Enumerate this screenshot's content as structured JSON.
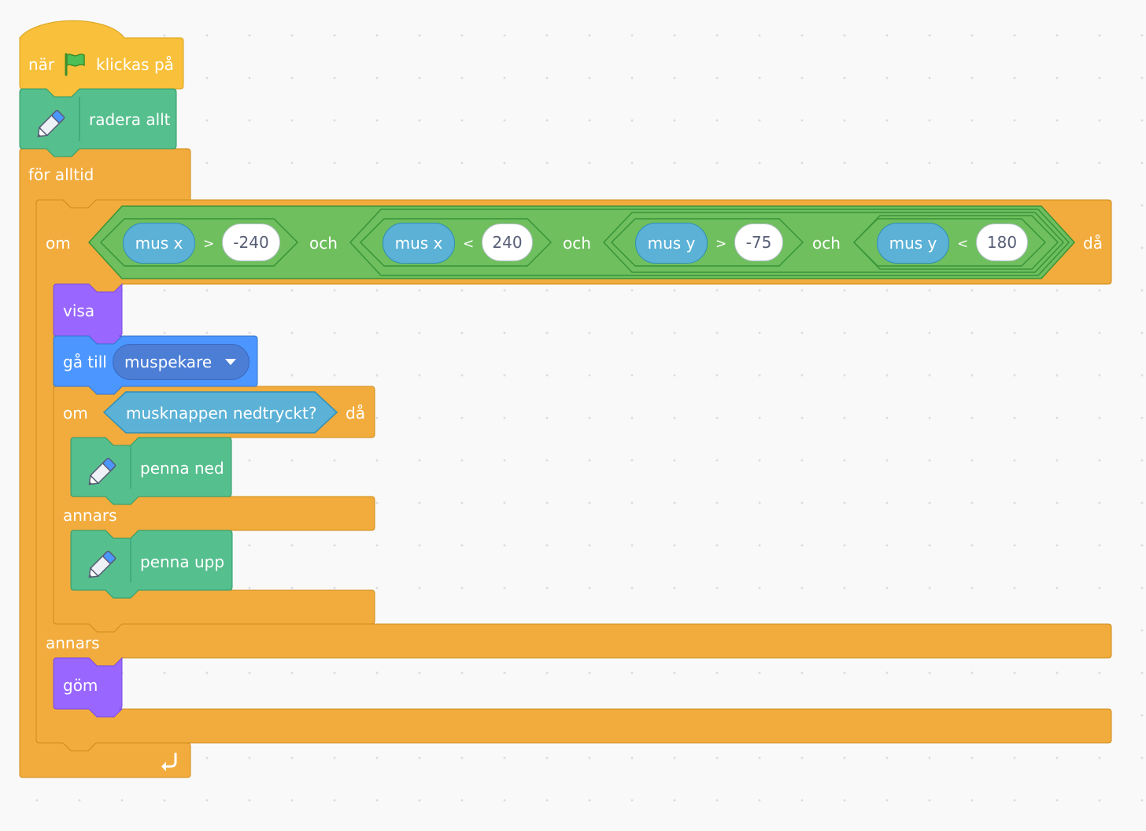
{
  "hat": {
    "when": "när",
    "clicked": "klickas på",
    "flag_icon": "green-flag-icon"
  },
  "erase": {
    "label": "radera allt",
    "icon": "pen-icon"
  },
  "forever": {
    "label": "för alltid",
    "loop_icon": "loop-arrow-icon"
  },
  "if_outer": {
    "if": "om",
    "then": "då",
    "else": "annars",
    "and1": "och",
    "and2": "och",
    "and3": "och",
    "cond1": {
      "reporter": "mus x",
      "op": ">",
      "value": "-240"
    },
    "cond2": {
      "reporter": "mus x",
      "op": "<",
      "value": "240"
    },
    "cond3": {
      "reporter": "mus y",
      "op": ">",
      "value": "-75"
    },
    "cond4": {
      "reporter": "mus y",
      "op": "<",
      "value": "180"
    }
  },
  "show": {
    "label": "visa"
  },
  "goto": {
    "label": "gå till",
    "target": "muspekare"
  },
  "if_inner": {
    "if": "om",
    "condition": "musknappen nedtryckt?",
    "then": "då",
    "else": "annars"
  },
  "pen_down": {
    "label": "penna ned",
    "icon": "pen-icon"
  },
  "pen_up": {
    "label": "penna upp",
    "icon": "pen-icon"
  },
  "hide": {
    "label": "göm"
  },
  "colors": {
    "events": "#ffbf00",
    "control": "#ffab19",
    "pen": "#0fbd8c",
    "operators": "#59c059",
    "sensing": "#5cb1d6",
    "looks": "#9966ff",
    "motion": "#4c97ff"
  }
}
